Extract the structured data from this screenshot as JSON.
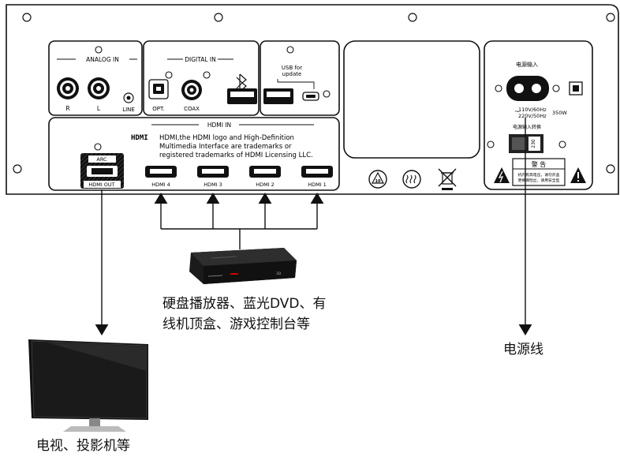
{
  "panel": {
    "analog_in": {
      "title": "ANALOG IN",
      "r": "R",
      "l": "L",
      "line": "LINE"
    },
    "digital_in": {
      "title": "DIGITAL IN",
      "opt": "OPT.",
      "coax": "COAX"
    },
    "usb": {
      "line1": "USB for",
      "line2": "update"
    },
    "hdmi_in": {
      "title": "HDMI IN",
      "logo": "HDMI",
      "notice": [
        "HDMI,the HDMI logo and High-Definition",
        "Multimedia Interface are trademarks or",
        "registered trademarks of HDMI Licensing LLC."
      ],
      "ports": [
        "HDMI 4",
        "HDMI 3",
        "HDMI 2",
        "HDMI 1"
      ],
      "arc": "ARC",
      "out": "HDMI OUT"
    },
    "power": {
      "title": "电源输入",
      "spec1": "110V/60Hz",
      "spec2": "220V/50Hz",
      "wattage": "350W",
      "tilde": "~",
      "switch_label": "电源输入转换",
      "switch_value": "230",
      "warning_title": "警 告",
      "warning_line1": "机内有高电压，请勿开盖",
      "warning_line2": "更换保险丝，请用安全型"
    }
  },
  "labels": {
    "source_line1": "硬盘播放器、蓝光DVD、有",
    "source_line2": "线机顶盒、游戏控制台等",
    "tv": "电视、投影机等",
    "power_cord": "电源线"
  },
  "colors": {
    "stroke": "#1a1a1a",
    "panel": "#ffffff"
  },
  "icons": [
    "bluetooth-icon",
    "usb-port-icon",
    "high-voltage-icon",
    "caution-icon",
    "recycle-icon"
  ]
}
